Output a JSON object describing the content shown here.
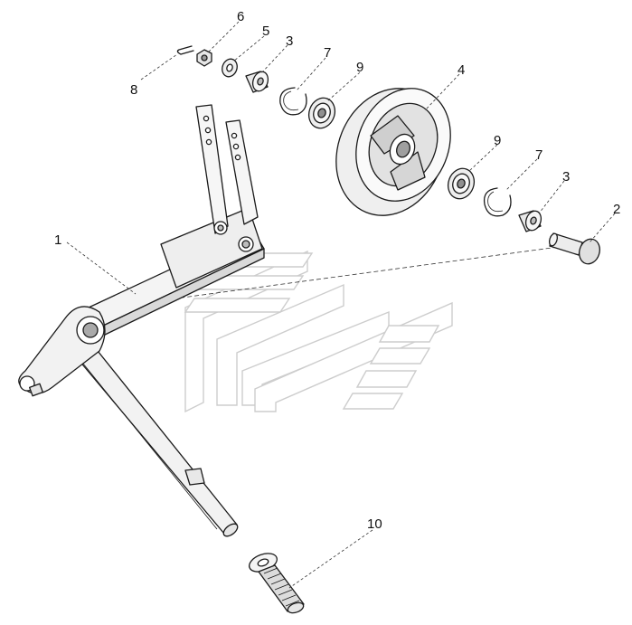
{
  "diagram": {
    "callouts": [
      {
        "id": "c1",
        "label": "1"
      },
      {
        "id": "c2",
        "label": "2"
      },
      {
        "id": "c3a",
        "label": "3"
      },
      {
        "id": "c3b",
        "label": "3"
      },
      {
        "id": "c4",
        "label": "4"
      },
      {
        "id": "c5",
        "label": "5"
      },
      {
        "id": "c6",
        "label": "6"
      },
      {
        "id": "c7a",
        "label": "7"
      },
      {
        "id": "c7b",
        "label": "7"
      },
      {
        "id": "c8",
        "label": "8"
      },
      {
        "id": "c9a",
        "label": "9"
      },
      {
        "id": "c9b",
        "label": "9"
      },
      {
        "id": "c10",
        "label": "10"
      }
    ],
    "colors": {
      "line": "#1a1a1a",
      "part_fill": "#f4f4f4",
      "part_shade": "#b8b8b8",
      "watermark": "#c8c8c8"
    }
  }
}
